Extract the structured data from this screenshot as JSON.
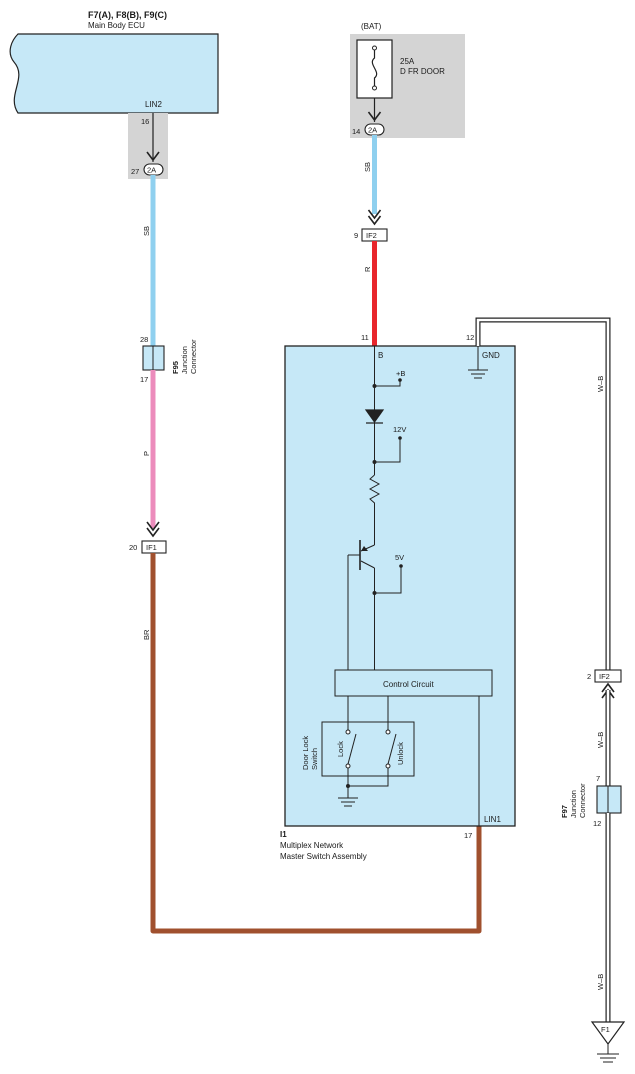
{
  "ecu": {
    "title": "F7(A), F8(B), F9(C)",
    "name": "Main Body ECU",
    "pin_label": "LIN2",
    "pin": "16"
  },
  "junction_2a_left": {
    "pin": "27",
    "connector": "2A"
  },
  "wire_sb_left": "SB",
  "f95": {
    "id": "F95",
    "name_line1": "Junction",
    "name_line2": "Connector",
    "pin_top": "28",
    "pin_bottom": "17"
  },
  "wire_p": "P",
  "if1": {
    "pin": "20",
    "connector": "IF1"
  },
  "wire_br": "BR",
  "battery": {
    "label": "(BAT)",
    "fuse_rating": "25A",
    "fuse_name": "D FR DOOR"
  },
  "junction_2a_right": {
    "pin": "14",
    "connector": "2A"
  },
  "wire_sb_right": "SB",
  "if2_top": {
    "pin": "9",
    "connector": "IF2"
  },
  "wire_r": "R",
  "master_switch": {
    "pin_b": "11",
    "label_b": "B",
    "pin_gnd": "12",
    "label_gnd": "GND",
    "plus_b": "+B",
    "v12": "12V",
    "v5": "5V",
    "control_circuit": "Control Circuit",
    "door_lock_switch_line1": "Door Lock",
    "door_lock_switch_line2": "Switch",
    "lock": "Lock",
    "unlock": "Unlock",
    "pin_lin1": "17",
    "label_lin1": "LIN1",
    "id": "I1",
    "name_line1": "Multiplex Network",
    "name_line2": "Master Switch Assembly"
  },
  "wire_wb_upper": "W–B",
  "if2_bottom": {
    "pin": "2",
    "connector": "IF2"
  },
  "wire_wb_mid": "W–B",
  "f97": {
    "id": "F97",
    "name_line1": "Junction",
    "name_line2": "Connector",
    "pin_top": "7",
    "pin_bottom": "12"
  },
  "wire_wb_lower": "W–B",
  "ground_f1": "F1",
  "colors": {
    "component_fill": "#c6e8f7",
    "connector_box": "#d9d9d9",
    "wire_sb": "#8fd0ef",
    "wire_r": "#e8262c",
    "wire_p": "#ec8cbc",
    "wire_br": "#a0502e"
  }
}
